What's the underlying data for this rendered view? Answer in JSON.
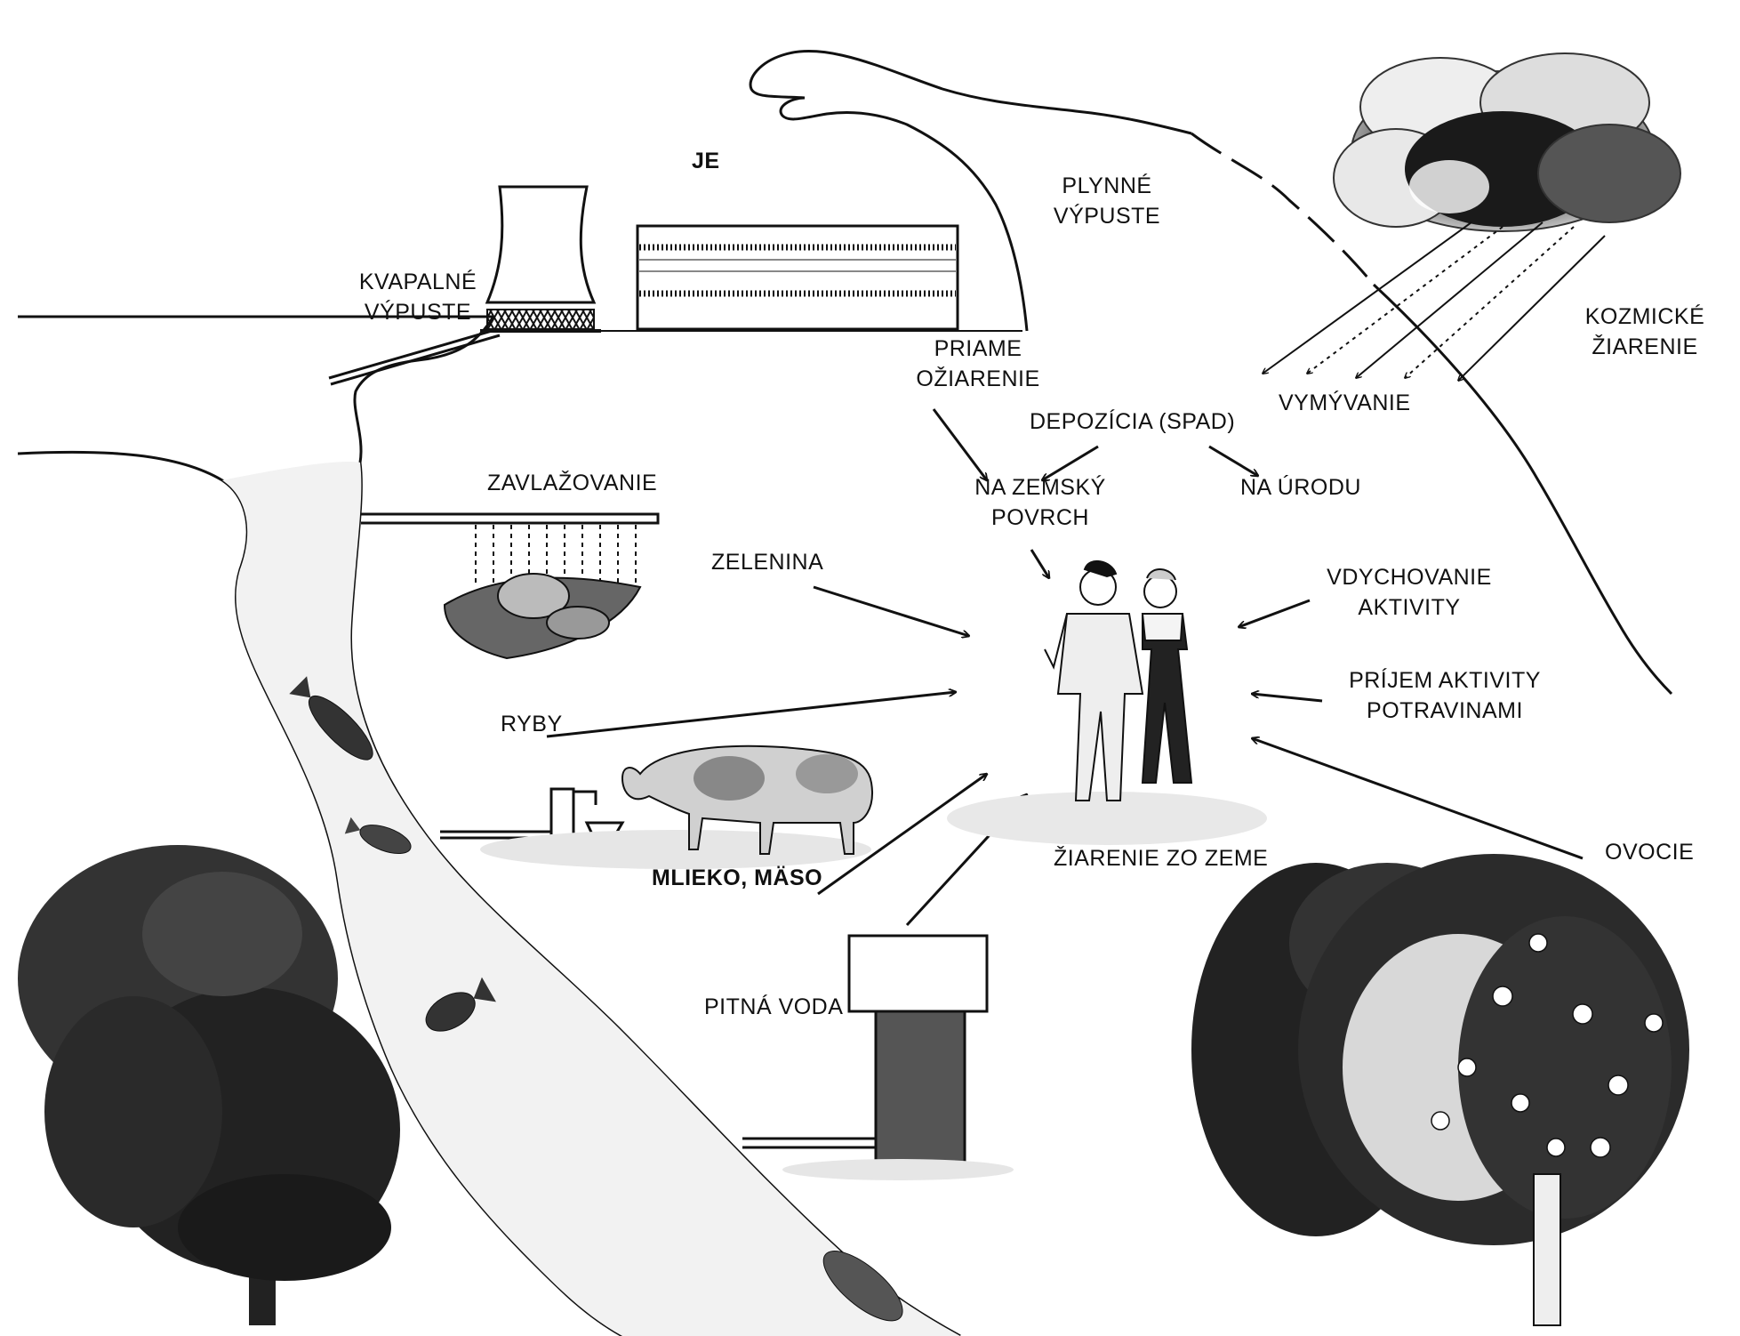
{
  "labels": {
    "je": "JE",
    "kvapalne_1": "KVAPALNÉ",
    "kvapalne_2": "VÝPUSTE",
    "plynne_1": "PLYNNÉ",
    "plynne_2": "VÝPUSTE",
    "kozmicke_1": "KOZMICKÉ",
    "kozmicke_2": "ŽIARENIE",
    "priame_1": "PRIAME",
    "priame_2": "OŽIARENIE",
    "vymyvanie": "VYMÝVANIE",
    "depozicia": "DEPOZÍCIA (SPAD)",
    "na_zemsky_1": "NA ZEMSKÝ",
    "na_zemsky_2": "POVRCH",
    "na_urodu": "NA ÚRODU",
    "zavlazovanie": "ZAVLAŽOVANIE",
    "zelenina": "ZELENINA",
    "vdychovanie_1": "VDYCHOVANIE",
    "vdychovanie_2": "AKTIVITY",
    "prijem_1": "PRÍJEM AKTIVITY",
    "prijem_2": "POTRAVINAMI",
    "ryby": "RYBY",
    "mlieko": "MLIEKO, MÄSO",
    "ziarenie_zo_zeme": "ŽIARENIE ZO ZEME",
    "ovocie": "OVOCIE",
    "pitna_voda": "PITNÁ VODA"
  }
}
